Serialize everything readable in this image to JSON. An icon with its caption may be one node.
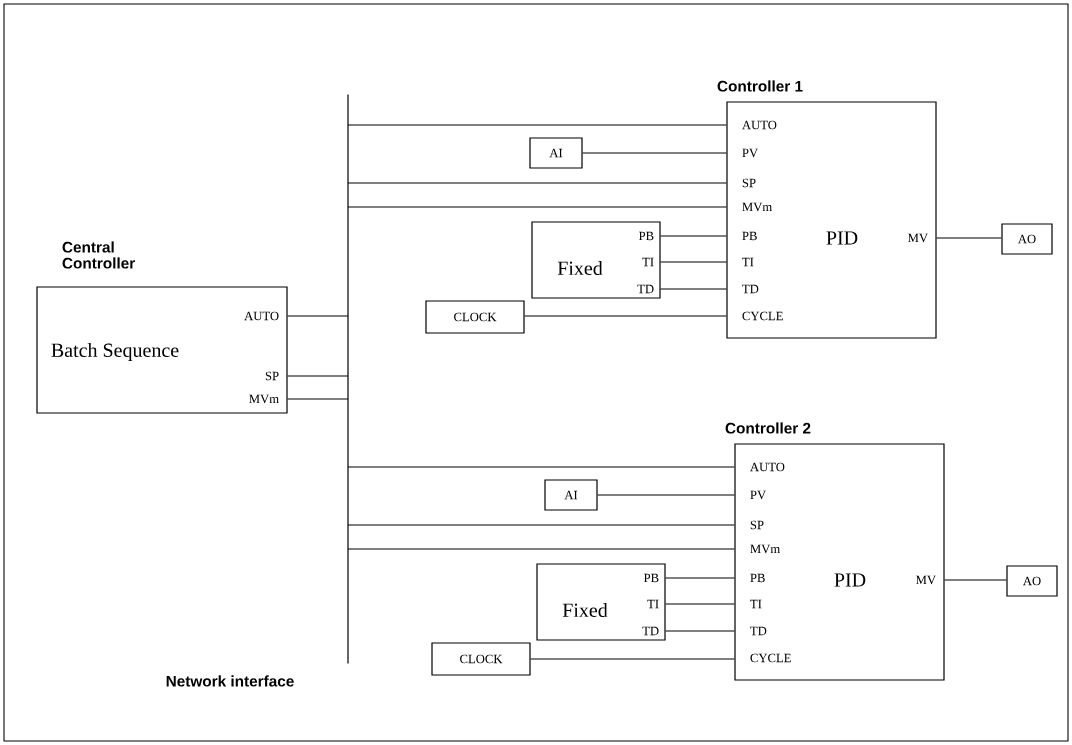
{
  "diagram": {
    "nodes": [
      {
        "text": [
          "Central Controller",
          "Batch Sequence",
          "AUTO",
          "SP",
          "MVm"
        ]
      },
      {
        "text": [
          "Network interface"
        ]
      },
      {
        "text": [
          "Controller 1",
          "PID",
          "AUTO",
          "PV",
          "SP",
          "MVm",
          "PB",
          "TI",
          "TD",
          "CYCLE",
          "MV"
        ]
      },
      {
        "text": [
          "AI"
        ]
      },
      {
        "text": [
          "Fixed",
          "PB",
          "TI",
          "TD"
        ]
      },
      {
        "text": [
          "CLOCK"
        ]
      },
      {
        "text": [
          "AO"
        ]
      },
      {
        "text": [
          "Controller 2",
          "PID",
          "AUTO",
          "PV",
          "SP",
          "MVm",
          "PB",
          "TI",
          "TD",
          "CYCLE",
          "MV"
        ]
      },
      {
        "text": [
          "AI"
        ]
      },
      {
        "text": [
          "Fixed",
          "PB",
          "TI",
          "TD"
        ]
      },
      {
        "text": [
          "CLOCK"
        ]
      },
      {
        "text": [
          "AO"
        ]
      }
    ],
    "edges": [
      {
        "from": 0,
        "to": 1,
        "arrow": "none"
      },
      {
        "from": 0,
        "to": 1,
        "arrow": "none"
      },
      {
        "from": 0,
        "to": 1,
        "arrow": "none"
      },
      {
        "from": 1,
        "to": 2,
        "arrow": "none"
      },
      {
        "from": 1,
        "to": 2,
        "arrow": "none"
      },
      {
        "from": 1,
        "to": 2,
        "arrow": "none"
      },
      {
        "from": 3,
        "to": 2,
        "arrow": "none"
      },
      {
        "from": 4,
        "to": 2,
        "arrow": "none"
      },
      {
        "from": 4,
        "to": 2,
        "arrow": "none"
      },
      {
        "from": 4,
        "to": 2,
        "arrow": "none"
      },
      {
        "from": 5,
        "to": 2,
        "arrow": "none"
      },
      {
        "from": 2,
        "to": 6,
        "arrow": "none"
      },
      {
        "from": 1,
        "to": 7,
        "arrow": "none"
      },
      {
        "from": 1,
        "to": 7,
        "arrow": "none"
      },
      {
        "from": 1,
        "to": 7,
        "arrow": "none"
      },
      {
        "from": 8,
        "to": 7,
        "arrow": "none"
      },
      {
        "from": 9,
        "to": 7,
        "arrow": "none"
      },
      {
        "from": 9,
        "to": 7,
        "arrow": "none"
      },
      {
        "from": 9,
        "to": 7,
        "arrow": "none"
      },
      {
        "from": 10,
        "to": 7,
        "arrow": "none"
      },
      {
        "from": 7,
        "to": 11,
        "arrow": "none"
      }
    ]
  }
}
